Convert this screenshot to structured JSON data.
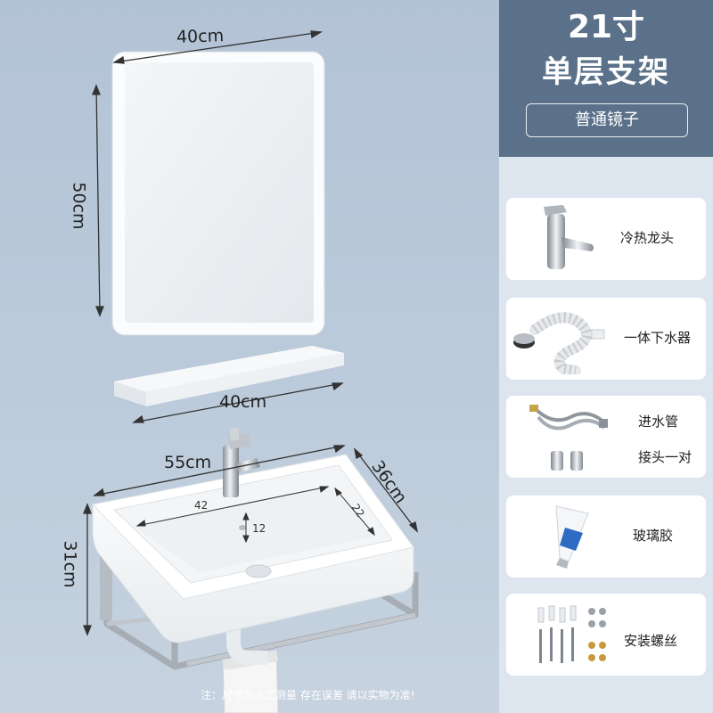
{
  "product": {
    "title_line1": "21寸",
    "title_line2": "单层支架",
    "mirror_type": "普通镜子"
  },
  "dimensions": {
    "mirror_width": "40cm",
    "mirror_height": "50cm",
    "shelf_width": "40cm",
    "basin_width": "55cm",
    "basin_depth": "36cm",
    "basin_height": "31cm",
    "inner_width": "42",
    "inner_depth": "22",
    "inner_height": "12"
  },
  "accessories": [
    {
      "label": "冷热龙头",
      "icon": "faucet-icon"
    },
    {
      "label": "一体下水器",
      "icon": "drain-hose-icon"
    },
    {
      "label": "进水管",
      "label2": "接头一对",
      "icon": "inlet-hose-icon"
    },
    {
      "label": "玻璃胶",
      "icon": "glue-tube-icon"
    },
    {
      "label": "安装螺丝",
      "icon": "screws-icon"
    }
  ],
  "note": "注：尺寸为人工测量 存在误差 请以实物为准!",
  "colors": {
    "wall": "#b9c8d9",
    "panel_header": "#5a7189",
    "panel_bg": "#dde6ef"
  }
}
